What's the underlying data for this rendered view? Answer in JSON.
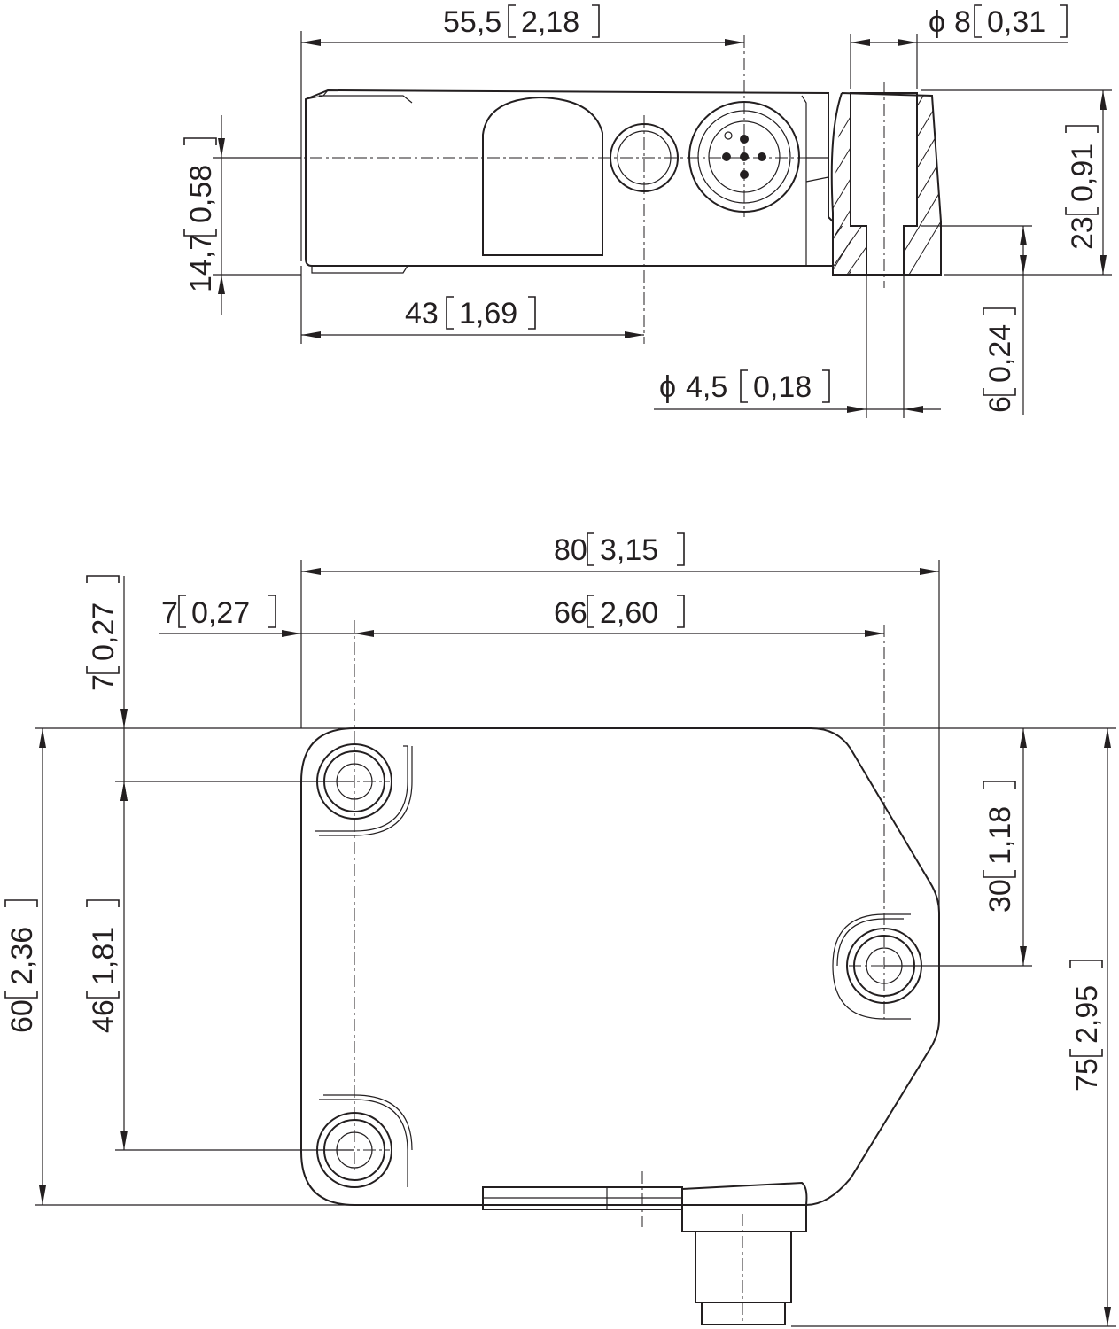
{
  "dimensions": {
    "side_width": {
      "metric": "55,5",
      "imperial": "2,18"
    },
    "side_pin_dia": {
      "prefix": "ϕ",
      "metric": "8",
      "imperial": "0,31"
    },
    "side_height": {
      "metric": "23",
      "imperial": "0,91"
    },
    "side_center_h": {
      "metric": "14,7",
      "imperial": "0,58"
    },
    "side_hole_pos": {
      "metric": "43",
      "imperial": "1,69"
    },
    "side_bore_dia": {
      "prefix": "ϕ",
      "metric": "4,5",
      "imperial": "0,18"
    },
    "side_bore_depth": {
      "metric": "6",
      "imperial": "0,24"
    },
    "top_width": {
      "metric": "80",
      "imperial": "3,15"
    },
    "top_hole_spacing": {
      "metric": "66",
      "imperial": "2,60"
    },
    "top_hole_offset_x": {
      "metric": "7",
      "imperial": "0,27"
    },
    "top_hole_offset_y": {
      "metric": "7",
      "imperial": "0,27"
    },
    "top_depth": {
      "metric": "60",
      "imperial": "2,36"
    },
    "top_hole_spacing_y": {
      "metric": "46",
      "imperial": "1,81"
    },
    "top_hole_right_y": {
      "metric": "30",
      "imperial": "1,18"
    },
    "top_total_depth": {
      "metric": "75",
      "imperial": "2,95"
    }
  }
}
